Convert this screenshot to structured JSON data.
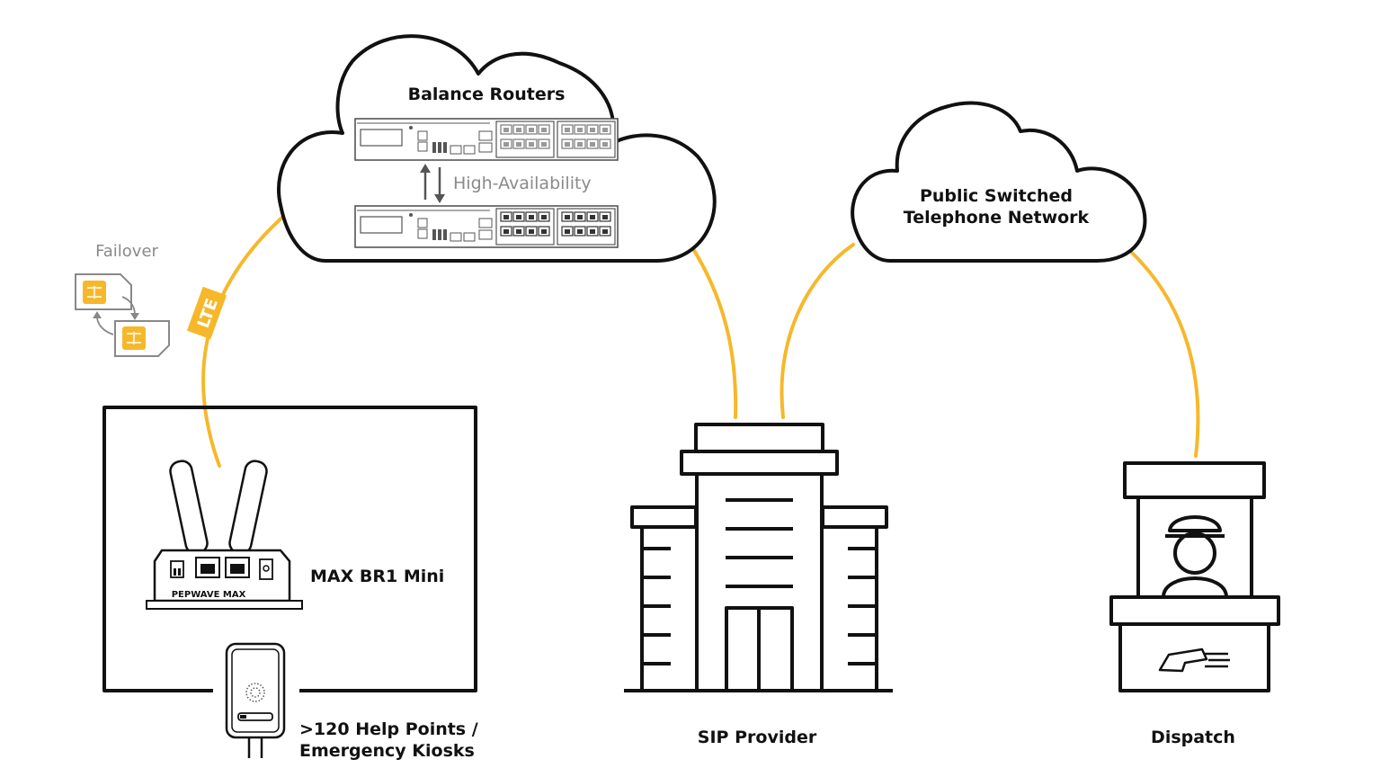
{
  "labels": {
    "balance_routers": "Balance Routers",
    "high_availability": "High-Availability",
    "pstn_line1": "Public Switched",
    "pstn_line2": "Telephone Network",
    "failover": "Failover",
    "lte": "LTE",
    "max_br1_mini": "MAX BR1 Mini",
    "router_brand": "PEPWAVE MAX",
    "help_points_line1": ">120 Help Points /",
    "help_points_line2": "Emergency Kiosks",
    "sip_provider": "SIP Provider",
    "dispatch": "Dispatch"
  },
  "colors": {
    "link": "#F6B82A",
    "ink": "#111111",
    "muted": "#8a8a8a",
    "sim": "#F6B82A"
  },
  "icons": [
    "cloud-icon",
    "rack-router-icon",
    "sim-card-icon",
    "cellular-router-icon",
    "help-point-icon",
    "office-building-icon",
    "dispatch-booth-icon",
    "operator-icon",
    "phone-handset-icon"
  ]
}
